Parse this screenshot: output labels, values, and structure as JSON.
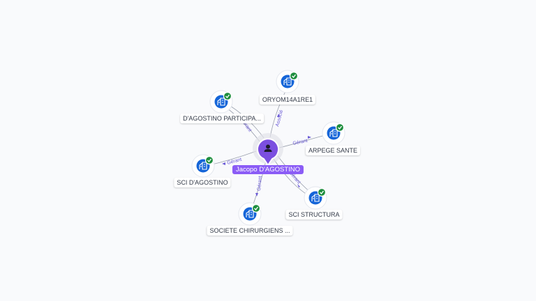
{
  "center": {
    "name": "Jacopo D'AGOSTINO",
    "icon": "person-icon",
    "color": "#8b5cf6"
  },
  "companies": [
    {
      "id": "oryom",
      "label": "ORYOM14A1RE1",
      "relation": "Associé",
      "icon": "building-icon",
      "verified": true
    },
    {
      "id": "dagpart",
      "label": "D'AGOSTINO PARTICIPA...",
      "relation": "Gérant",
      "icon": "building-icon",
      "verified": true
    },
    {
      "id": "arpege",
      "label": "ARPEGE SANTE",
      "relation": "Gérant",
      "icon": "building-icon",
      "verified": true
    },
    {
      "id": "scidag",
      "label": "SCI D'AGOSTINO",
      "relation": "Gérant",
      "icon": "building-icon",
      "verified": true
    },
    {
      "id": "scistruct",
      "label": "SCI STRUCTURA",
      "relation": "Gérant",
      "icon": "building-icon",
      "verified": true
    },
    {
      "id": "societe",
      "label": "SOCIETE CHIRURGIENS ...",
      "relation": "Gérant",
      "icon": "building-icon",
      "verified": true
    }
  ],
  "colors": {
    "company_badge": "#1565d8",
    "verified_badge": "#1e8e3e",
    "relation_text": "#6b5bd6",
    "edge": "#9aa0ad"
  }
}
